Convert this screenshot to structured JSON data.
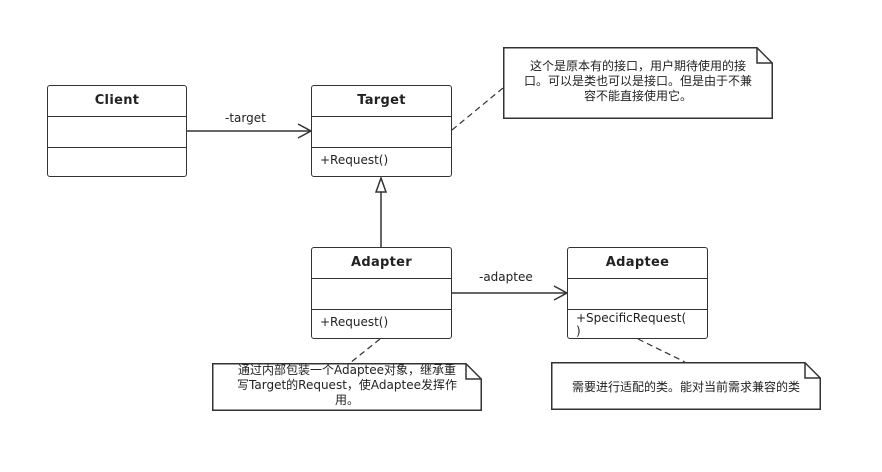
{
  "classes": {
    "client": {
      "name": "Client",
      "operation": ""
    },
    "target": {
      "name": "Target",
      "operation": "+Request()"
    },
    "adapter": {
      "name": "Adapter",
      "operation": "+Request()"
    },
    "adaptee": {
      "name": "Adaptee",
      "operation_line1": "+SpecificRequest(",
      "operation_line2": ")"
    }
  },
  "associations": {
    "client_target": "-target",
    "adapter_adaptee": "-adaptee"
  },
  "notes": {
    "target_note": {
      "line1": "这个是原本有的接口，用户期待使用的接",
      "line2": "口。可以是类也可以是接口。但是由于不兼",
      "line3": "容不能直接使用它。"
    },
    "adapter_note": {
      "line1": "通过内部包装一个Adaptee对象，继承重",
      "line2": "写Target的Request，使Adaptee发挥作",
      "line3": "用。"
    },
    "adaptee_note": {
      "line1": "需要进行适配的类。能对当前需求兼容的类"
    }
  }
}
